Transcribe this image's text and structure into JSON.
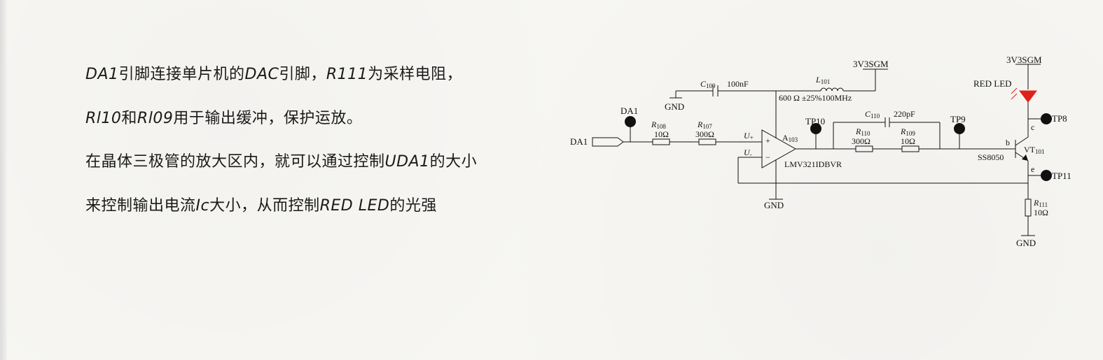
{
  "text": {
    "line1": {
      "a": "DA1",
      "b": "引脚连接单片机的",
      "c": "DAC",
      "d": "引脚，",
      "e": "R111",
      "f": "为采样电阻，"
    },
    "line2": {
      "a": "Rl10",
      "b": "和",
      "c": "Rl09",
      "d": "用于输出缓冲，保护运放。"
    },
    "line3": {
      "a": "在晶体三极管的放大区内，就可以通过控制",
      "b": "UDA1",
      "c": "的大小"
    },
    "line4": {
      "a": "来控制输出电流",
      "b": "Ic",
      "c": "大小，从而控制",
      "d": "RED LED",
      "e": "的光强"
    }
  },
  "schematic": {
    "port_da1": "DA1",
    "tp_da1_label": "DA1",
    "r108": {
      "ref": "R",
      "sub": "108",
      "value": "10Ω"
    },
    "r107": {
      "ref": "R",
      "sub": "107",
      "value": "300Ω"
    },
    "c109": {
      "ref": "C",
      "sub": "109",
      "value": "100nF"
    },
    "gnd_c109": "GND",
    "l101": {
      "ref": "L",
      "sub": "101",
      "value": "600 Ω ±25%100MHz"
    },
    "supply_top": "3V3SGM",
    "opamp": {
      "ref": "A",
      "sub": "103",
      "part": "LMV321IDBVR",
      "plus": "+",
      "minus": "−",
      "in_plus": "U",
      "in_plus_sub": "+",
      "in_minus": "U",
      "in_minus_sub": "-"
    },
    "gnd_opamp": "GND",
    "tp10": "TP10",
    "c110": {
      "ref": "C",
      "sub": "110",
      "value": "220pF"
    },
    "r110": {
      "ref": "R",
      "sub": "110",
      "value": "300Ω"
    },
    "r109": {
      "ref": "R",
      "sub": "109",
      "value": "10Ω"
    },
    "tp9": "TP9",
    "supply_right": "3V3SGM",
    "led_label": "RED LED",
    "tp8": "TP8",
    "transistor": {
      "ref": "VT",
      "sub": "101",
      "part": "SS8050",
      "b": "b",
      "c": "c",
      "e": "e"
    },
    "tp11": "TP11",
    "r111": {
      "ref": "R",
      "sub": "111",
      "value": "10Ω"
    },
    "gnd_r111": "GND"
  },
  "colors": {
    "led": "#e0201a",
    "ink": "#111111"
  }
}
